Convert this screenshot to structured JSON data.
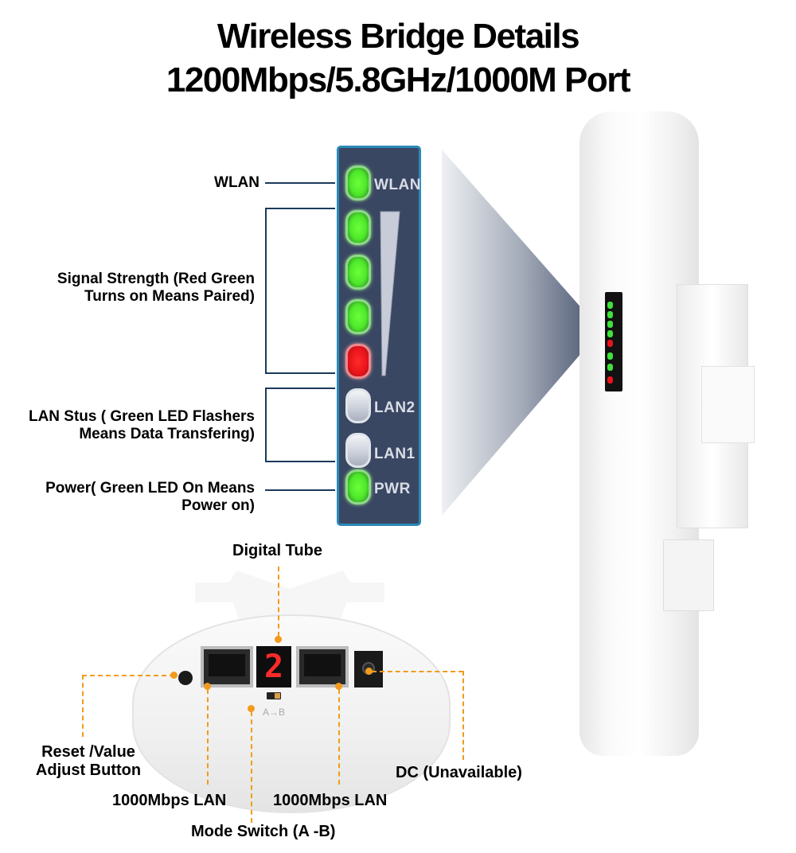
{
  "header": {
    "title_line1": "Wireless Bridge Details",
    "title_line2": "1200Mbps/5.8GHz/1000M Port"
  },
  "led_panel": {
    "callouts": [
      {
        "id": "wlan",
        "label": "WLAN"
      },
      {
        "id": "signal",
        "label_line1": "Signal Strength (Red Green",
        "label_line2": "Turns on Means Paired)"
      },
      {
        "id": "lan",
        "label_line1": "LAN Stus ( Green LED Flashers",
        "label_line2": "Means Data Transfering)"
      },
      {
        "id": "power",
        "label_line1": "Power( Green LED On Means",
        "label_line2": "Power on)"
      }
    ],
    "leds": [
      {
        "name": "WLAN",
        "state": "green",
        "text": "WLAN"
      },
      {
        "name": "signal-1",
        "state": "green",
        "text": ""
      },
      {
        "name": "signal-2",
        "state": "green",
        "text": ""
      },
      {
        "name": "signal-3",
        "state": "green",
        "text": ""
      },
      {
        "name": "signal-4",
        "state": "red",
        "text": ""
      },
      {
        "name": "LAN2",
        "state": "off",
        "text": "LAN2"
      },
      {
        "name": "LAN1",
        "state": "off",
        "text": "LAN1"
      },
      {
        "name": "PWR",
        "state": "green",
        "text": "PWR"
      }
    ],
    "colors": {
      "panel": "#3a4763",
      "border": "#2a8ab8",
      "green": "#4ee82a",
      "red": "#e8141a",
      "callout_line": "#1b3a5c"
    }
  },
  "bottom_device": {
    "digital_tube_value": "2",
    "switch_text": "A→B",
    "callouts": {
      "digital_tube": "Digital Tube",
      "reset_line1": "Reset /Value",
      "reset_line2": "Adjust Button",
      "lan_left": "1000Mbps LAN",
      "lan_right": "1000Mbps LAN",
      "mode_switch": "Mode Switch (A -B)",
      "dc": "DC (Unavailable)"
    },
    "colors": {
      "callout": "#f39a1c",
      "digit": "#ff2a2a"
    }
  }
}
